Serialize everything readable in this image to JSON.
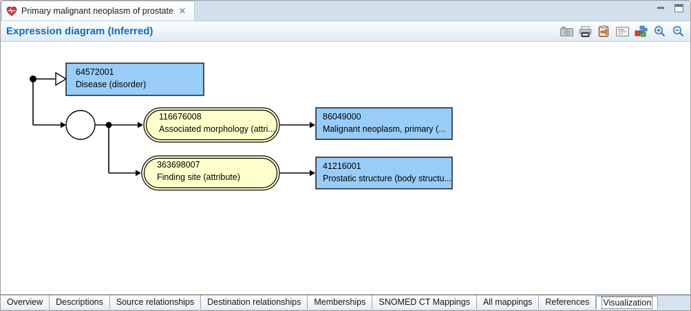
{
  "window": {
    "tab_title": "Primary malignant neoplasm of prostate",
    "close_glyph": "✕",
    "controls": [
      "minimize",
      "maximize"
    ]
  },
  "header": {
    "title": "Expression diagram (Inferred)",
    "title_color": "#0b6cc3",
    "toolbar_icons": [
      "camera-icon",
      "print-icon",
      "clipboard-import-icon",
      "properties-icon",
      "export-diagram-icon",
      "zoom-in-icon",
      "zoom-out-icon"
    ]
  },
  "diagram": {
    "nodes": [
      {
        "id": "64572001",
        "label": "Disease (disorder)",
        "type": "concept",
        "fill": "#99ccf8"
      },
      {
        "id": "116676008",
        "label": "Associated morphology (attri...",
        "type": "attribute",
        "fill": "#ffffcc"
      },
      {
        "id": "86049000",
        "label": "Malignant neoplasm, primary (...",
        "type": "concept",
        "fill": "#99ccf8"
      },
      {
        "id": "363698007",
        "label": "Finding site (attribute)",
        "type": "attribute",
        "fill": "#ffffcc"
      },
      {
        "id": "41216001",
        "label": "Prostatic structure (body structu...",
        "type": "concept",
        "fill": "#99ccf8"
      }
    ],
    "relations": [
      "root is-a Disease (disorder)",
      "group: Associated morphology -> Malignant neoplasm, primary",
      "group: Finding site -> Prostatic structure"
    ]
  },
  "tabs": {
    "items": [
      "Overview",
      "Descriptions",
      "Source relationships",
      "Destination relationships",
      "Memberships",
      "SNOMED CT Mappings",
      "All mappings",
      "References",
      "Visualization"
    ],
    "selected": "Visualization"
  },
  "colors": {
    "concept_fill": "#99ccf8",
    "attribute_fill": "#ffffcc",
    "strip_bg": "#d2e0ee",
    "bottombar_bg": "#d5e2ef"
  }
}
